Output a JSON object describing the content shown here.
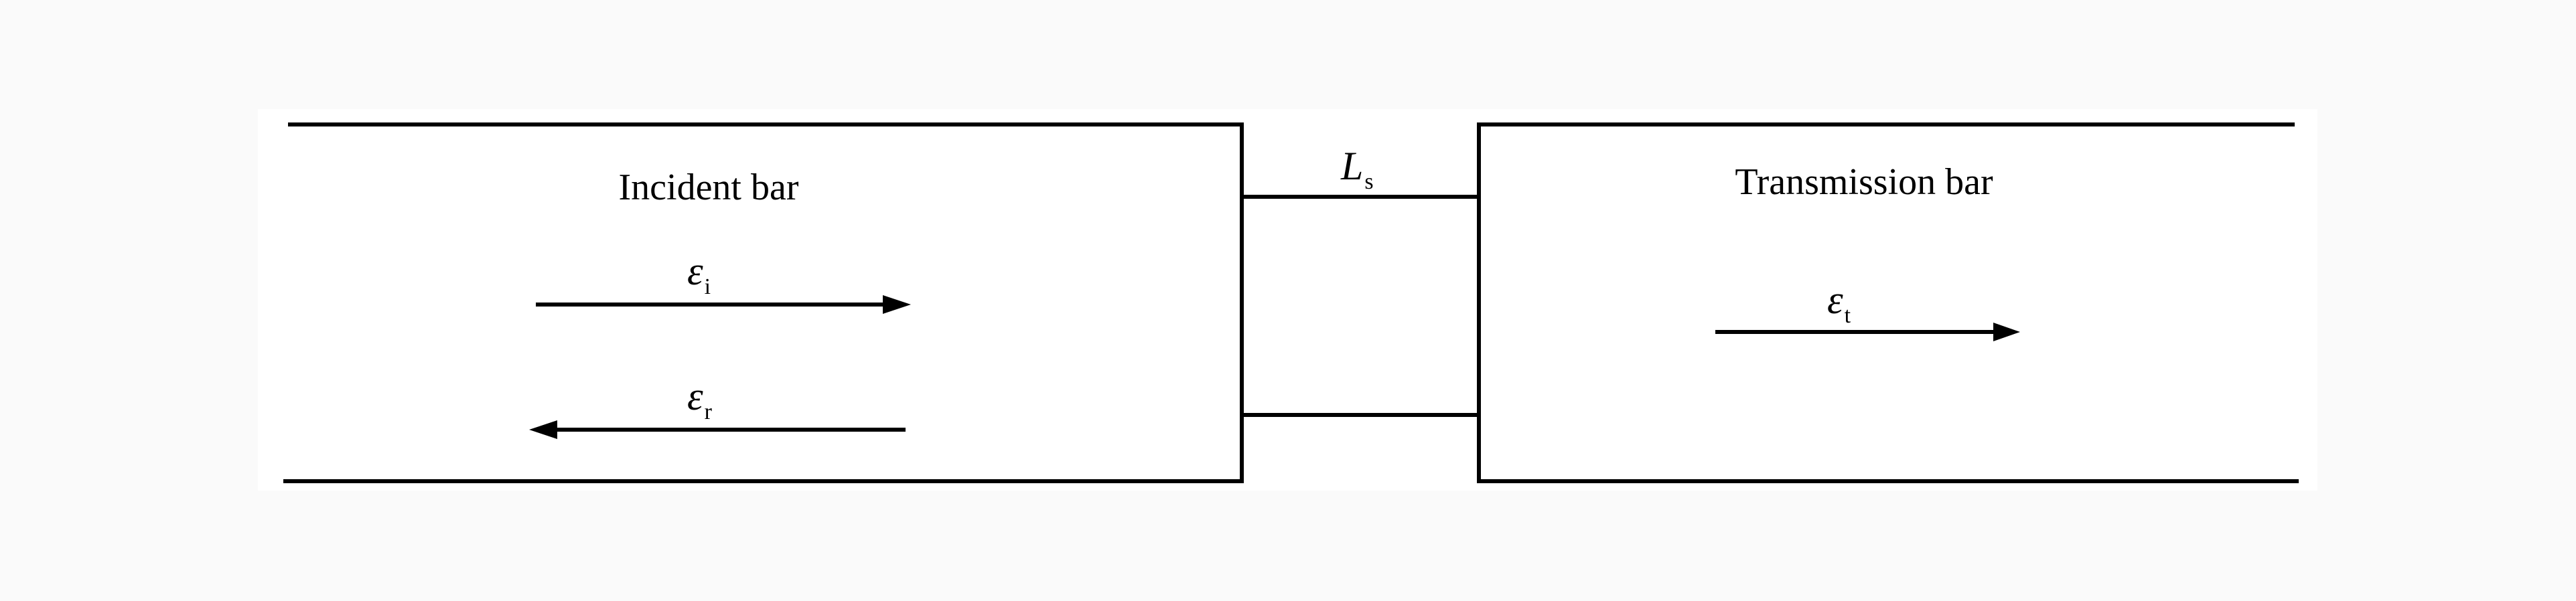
{
  "colors": {
    "background": "#fafafa",
    "panel": "#ffffff",
    "ink": "#000000"
  },
  "incident_bar": {
    "label": "Incident bar",
    "incident_wave": {
      "symbol": "ε",
      "subscript": "i"
    },
    "reflected_wave": {
      "symbol": "ε",
      "subscript": "r"
    }
  },
  "specimen": {
    "symbol": "L",
    "subscript": "s"
  },
  "transmission_bar": {
    "label": "Transmission bar",
    "transmitted_wave": {
      "symbol": "ε",
      "subscript": "t"
    }
  }
}
